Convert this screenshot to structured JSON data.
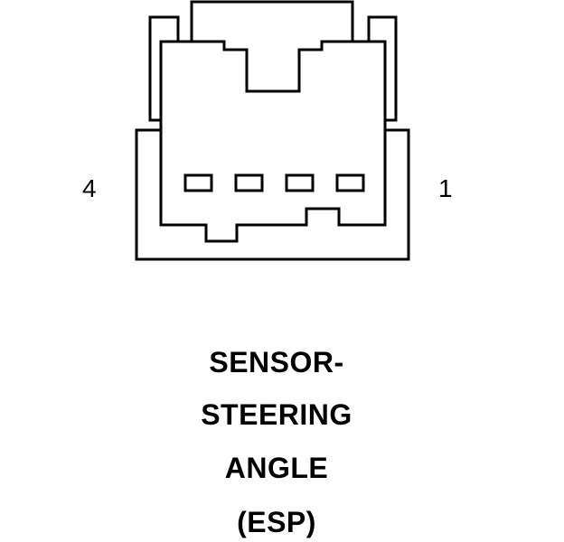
{
  "connector": {
    "pin_left_label": "4",
    "pin_right_label": "1",
    "cavity_count": 4
  },
  "caption": {
    "line_1": "SENSOR-",
    "line_2": "STEERING",
    "line_3": "ANGLE",
    "line_4": "(ESP)"
  },
  "colors": {
    "line": "#000000",
    "background": "#ffffff"
  }
}
